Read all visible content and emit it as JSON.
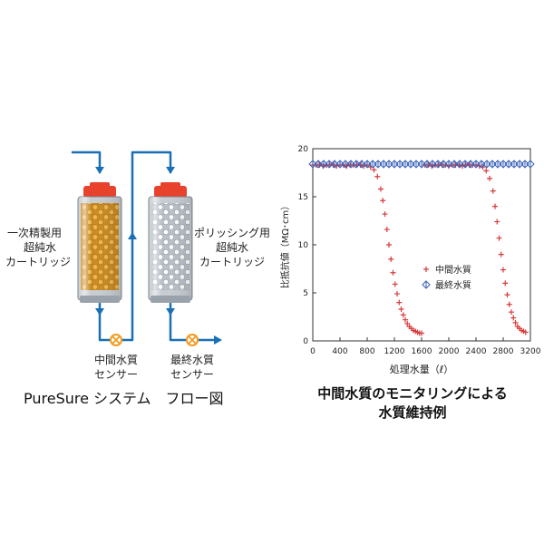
{
  "flow": {
    "left_label": [
      "一次精製用",
      "超純水",
      "カートリッジ"
    ],
    "right_label": [
      "ポリッシング用",
      "超純水",
      "カートリッジ"
    ],
    "sensor1_label": [
      "中間水質",
      "センサー"
    ],
    "sensor2_label": [
      "最終水質",
      "センサー"
    ],
    "caption": "PureSure システム　フロー図",
    "colors": {
      "pipe": "#1a6fb5",
      "cap": "#e8412c",
      "resin_left": "#e3a233",
      "resin_right": "#f4f4f4",
      "sensor": "#f39a1e"
    }
  },
  "chart_caption": [
    "中間水質のモニタリングによる",
    "水質維持例"
  ],
  "chart_data": {
    "type": "scatter",
    "xlabel": "処理水量（ℓ）",
    "ylabel": "比抵抗値（MΩ･cm）",
    "xlim": [
      0,
      3200
    ],
    "ylim": [
      0,
      20
    ],
    "xticks": [
      0,
      400,
      800,
      1200,
      1600,
      2000,
      2400,
      2800,
      3200
    ],
    "yticks": [
      0,
      5,
      10,
      15,
      20
    ],
    "legend_position": "right-middle",
    "series": [
      {
        "name": "中間水質",
        "marker": "plus",
        "color": "#d83a3a",
        "segments": [
          {
            "x": [
              0,
              50,
              100,
              150,
              200,
              250,
              300,
              350,
              400,
              450,
              500,
              550,
              600,
              650,
              700,
              750,
              800,
              850,
              900,
              950,
              1000,
              1030,
              1060,
              1090,
              1120,
              1150,
              1180,
              1210,
              1240,
              1270,
              1300,
              1330,
              1360,
              1390,
              1420,
              1450,
              1480,
              1510,
              1540,
              1570,
              1600
            ],
            "y": [
              18.3,
              18.3,
              18.3,
              18.2,
              18.3,
              18.3,
              18.3,
              18.2,
              18.3,
              18.3,
              18.2,
              18.3,
              18.3,
              18.3,
              18.3,
              18.2,
              18.3,
              18.1,
              17.8,
              17.1,
              15.8,
              14.6,
              13.2,
              11.6,
              10.0,
              8.5,
              7.1,
              5.9,
              4.9,
              4.0,
              3.3,
              2.7,
              2.2,
              1.8,
              1.5,
              1.3,
              1.1,
              1.0,
              0.9,
              0.8,
              0.8
            ]
          },
          {
            "x": [
              1650,
              1700,
              1750,
              1800,
              1850,
              1900,
              1950,
              2000,
              2050,
              2100,
              2150,
              2200,
              2250,
              2300,
              2350,
              2400,
              2450,
              2500,
              2550,
              2600,
              2650,
              2680,
              2710,
              2740,
              2770,
              2800,
              2830,
              2860,
              2890,
              2920,
              2950,
              2980,
              3010,
              3040,
              3070,
              3100,
              3130
            ],
            "y": [
              18.3,
              18.3,
              18.2,
              18.3,
              18.3,
              18.3,
              18.3,
              18.2,
              18.3,
              18.3,
              18.3,
              18.2,
              18.3,
              18.3,
              18.3,
              18.3,
              18.2,
              18.1,
              17.7,
              16.9,
              15.6,
              14.0,
              12.4,
              10.7,
              9.0,
              7.4,
              6.0,
              4.8,
              3.8,
              3.0,
              2.4,
              1.9,
              1.5,
              1.3,
              1.1,
              1.0,
              0.9
            ]
          }
        ]
      },
      {
        "name": "最終水質",
        "marker": "diamond",
        "color": "#3a62b8",
        "segments": [
          {
            "x": [
              0,
              80,
              160,
              240,
              320,
              400,
              480,
              560,
              640,
              720,
              800,
              880,
              960,
              1040,
              1120,
              1200,
              1280,
              1360,
              1440,
              1520,
              1600,
              1680,
              1760,
              1840,
              1920,
              2000,
              2080,
              2160,
              2240,
              2320,
              2400,
              2480,
              2560,
              2640,
              2720,
              2800,
              2880,
              2960,
              3040,
              3120,
              3200
            ],
            "y": [
              18.4,
              18.4,
              18.4,
              18.4,
              18.4,
              18.4,
              18.4,
              18.4,
              18.4,
              18.4,
              18.4,
              18.4,
              18.4,
              18.4,
              18.4,
              18.4,
              18.4,
              18.4,
              18.4,
              18.4,
              18.4,
              18.4,
              18.4,
              18.4,
              18.4,
              18.4,
              18.4,
              18.4,
              18.4,
              18.4,
              18.4,
              18.4,
              18.4,
              18.4,
              18.4,
              18.4,
              18.4,
              18.4,
              18.4,
              18.4,
              18.4
            ]
          }
        ]
      }
    ]
  }
}
